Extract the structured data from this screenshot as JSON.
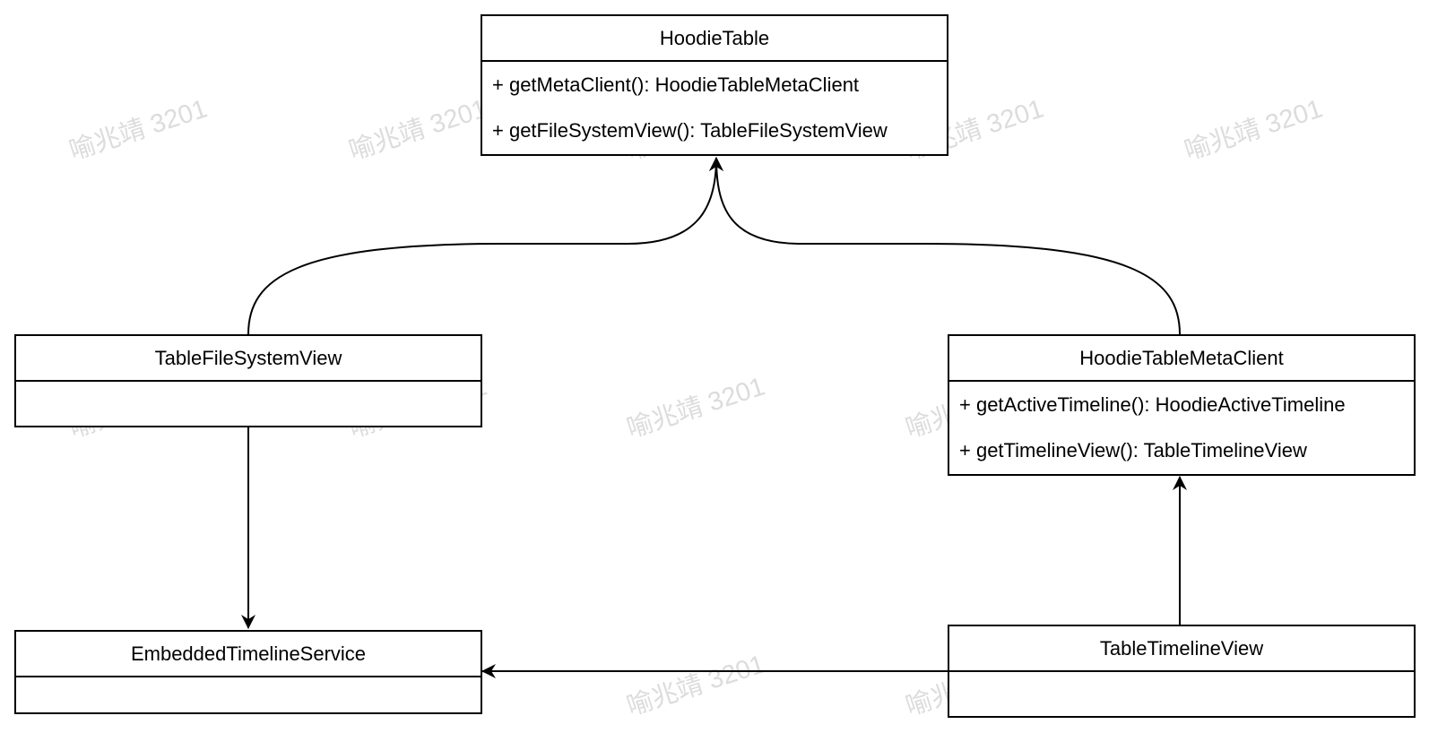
{
  "watermark": "喻兆靖 3201",
  "classes": {
    "hoodie_table": {
      "name": "HoodieTable",
      "members": [
        "+ getMetaClient(): HoodieTableMetaClient",
        "+ getFileSystemView(): TableFileSystemView"
      ]
    },
    "table_file_system_view": {
      "name": "TableFileSystemView",
      "members": []
    },
    "hoodie_table_meta_client": {
      "name": "HoodieTableMetaClient",
      "members": [
        "+ getActiveTimeline(): HoodieActiveTimeline",
        "+ getTimelineView(): TableTimelineView"
      ]
    },
    "embedded_timeline_service": {
      "name": "EmbeddedTimelineService",
      "members": []
    },
    "table_timeline_view": {
      "name": "TableTimelineView",
      "members": []
    }
  }
}
